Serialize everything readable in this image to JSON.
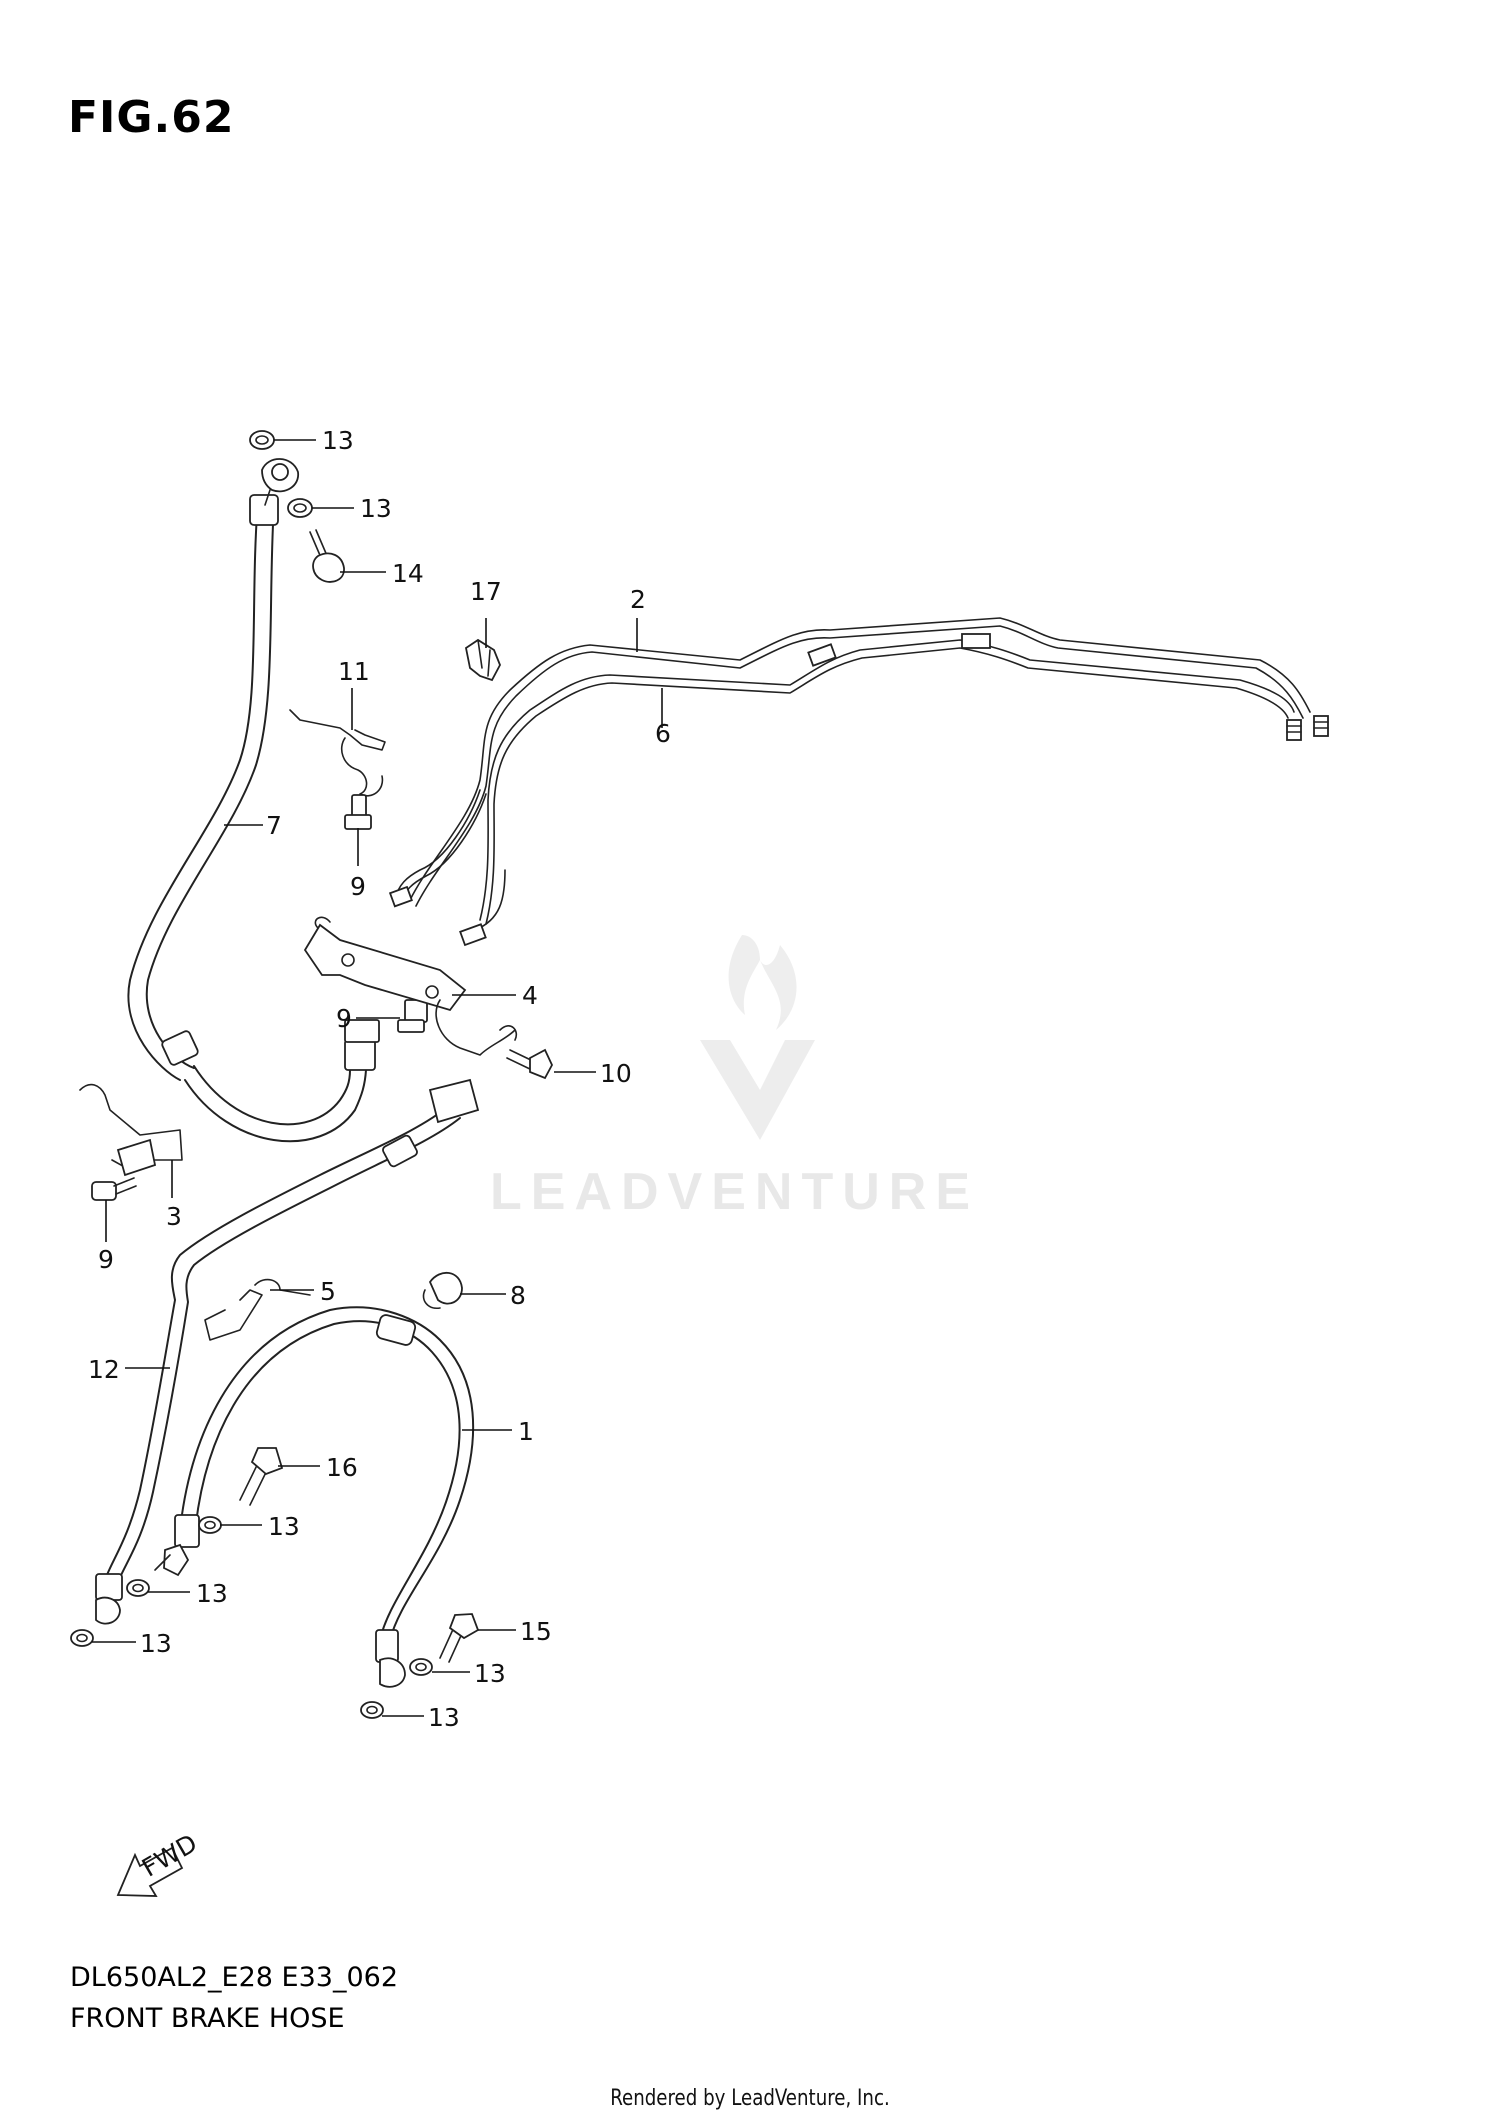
{
  "title": "FIG.62",
  "diagram_code": "DL650AL2_E28 E33_062",
  "caption": "FRONT BRAKE HOSE",
  "footer": "Rendered by LeadVenture, Inc.",
  "watermark": "LEADVENTURE",
  "fwd_label": "FWD",
  "callouts": [
    {
      "id": "c13a",
      "label": "13"
    },
    {
      "id": "c13b",
      "label": "13"
    },
    {
      "id": "c14",
      "label": "14"
    },
    {
      "id": "c17",
      "label": "17"
    },
    {
      "id": "c2",
      "label": "2"
    },
    {
      "id": "c11",
      "label": "11"
    },
    {
      "id": "c6",
      "label": "6"
    },
    {
      "id": "c7",
      "label": "7"
    },
    {
      "id": "c9a",
      "label": "9"
    },
    {
      "id": "c4",
      "label": "4"
    },
    {
      "id": "c9b",
      "label": "9"
    },
    {
      "id": "c10",
      "label": "10"
    },
    {
      "id": "c3",
      "label": "3"
    },
    {
      "id": "c9c",
      "label": "9"
    },
    {
      "id": "c5",
      "label": "5"
    },
    {
      "id": "c8",
      "label": "8"
    },
    {
      "id": "c12",
      "label": "12"
    },
    {
      "id": "c1",
      "label": "1"
    },
    {
      "id": "c16",
      "label": "16"
    },
    {
      "id": "c13c",
      "label": "13"
    },
    {
      "id": "c13d",
      "label": "13"
    },
    {
      "id": "c13e",
      "label": "13"
    },
    {
      "id": "c15",
      "label": "15"
    },
    {
      "id": "c13f",
      "label": "13"
    },
    {
      "id": "c13g",
      "label": "13"
    }
  ]
}
